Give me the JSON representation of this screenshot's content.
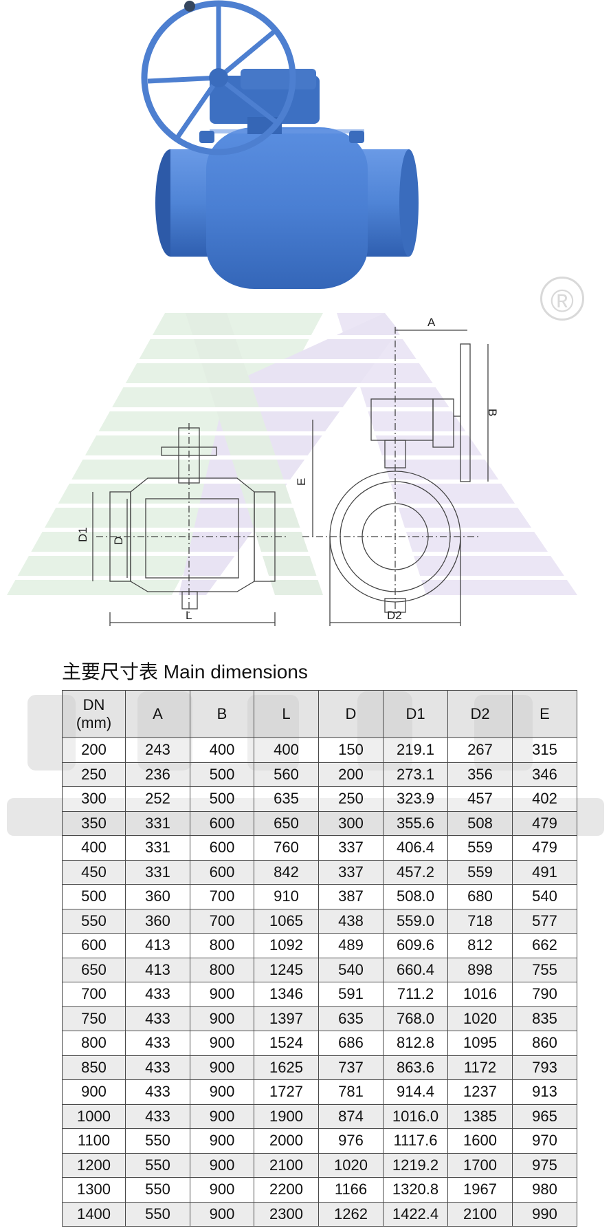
{
  "registered_mark": "®",
  "drawing_labels": {
    "A": "A",
    "B": "B",
    "E": "E",
    "D1": "D1",
    "D": "D",
    "L": "L",
    "D2": "D2"
  },
  "table": {
    "title": "主要尺寸表 Main dimensions",
    "headers": [
      "DN\n(mm)",
      "A",
      "B",
      "L",
      "D",
      "D1",
      "D2",
      "E"
    ],
    "rows": [
      [
        "200",
        "243",
        "400",
        "400",
        "150",
        "219.1",
        "267",
        "315"
      ],
      [
        "250",
        "236",
        "500",
        "560",
        "200",
        "273.1",
        "356",
        "346"
      ],
      [
        "300",
        "252",
        "500",
        "635",
        "250",
        "323.9",
        "457",
        "402"
      ],
      [
        "350",
        "331",
        "600",
        "650",
        "300",
        "355.6",
        "508",
        "479"
      ],
      [
        "400",
        "331",
        "600",
        "760",
        "337",
        "406.4",
        "559",
        "479"
      ],
      [
        "450",
        "331",
        "600",
        "842",
        "337",
        "457.2",
        "559",
        "491"
      ],
      [
        "500",
        "360",
        "700",
        "910",
        "387",
        "508.0",
        "680",
        "540"
      ],
      [
        "550",
        "360",
        "700",
        "1065",
        "438",
        "559.0",
        "718",
        "577"
      ],
      [
        "600",
        "413",
        "800",
        "1092",
        "489",
        "609.6",
        "812",
        "662"
      ],
      [
        "650",
        "413",
        "800",
        "1245",
        "540",
        "660.4",
        "898",
        "755"
      ],
      [
        "700",
        "433",
        "900",
        "1346",
        "591",
        "711.2",
        "1016",
        "790"
      ],
      [
        "750",
        "433",
        "900",
        "1397",
        "635",
        "768.0",
        "1020",
        "835"
      ],
      [
        "800",
        "433",
        "900",
        "1524",
        "686",
        "812.8",
        "1095",
        "860"
      ],
      [
        "850",
        "433",
        "900",
        "1625",
        "737",
        "863.6",
        "1172",
        "793"
      ],
      [
        "900",
        "433",
        "900",
        "1727",
        "781",
        "914.4",
        "1237",
        "913"
      ],
      [
        "1000",
        "433",
        "900",
        "1900",
        "874",
        "1016.0",
        "1385",
        "965"
      ],
      [
        "1100",
        "550",
        "900",
        "2000",
        "976",
        "1117.6",
        "1600",
        "970"
      ],
      [
        "1200",
        "550",
        "900",
        "2100",
        "1020",
        "1219.2",
        "1700",
        "975"
      ],
      [
        "1300",
        "550",
        "900",
        "2200",
        "1166",
        "1320.8",
        "1967",
        "980"
      ],
      [
        "1400",
        "550",
        "900",
        "2300",
        "1262",
        "1422.4",
        "2100",
        "990"
      ]
    ]
  },
  "colors": {
    "valve_blue": "#4a7fd0",
    "valve_dark": "#2f5fae",
    "grid_border": "#4a4a4a"
  }
}
